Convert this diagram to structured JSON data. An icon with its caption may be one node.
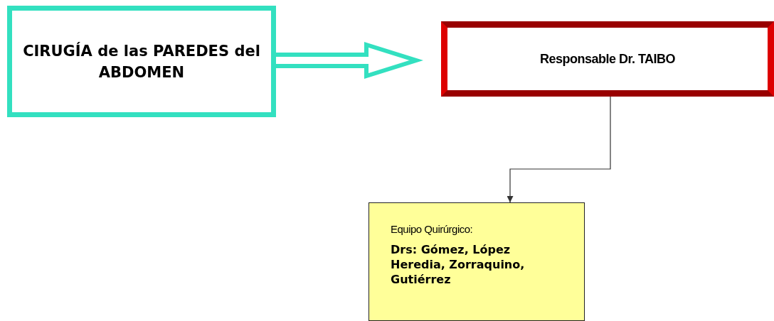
{
  "diagram": {
    "nodes": [
      {
        "text": [
          "CIRUGÍA de las PAREDES del ABDOMEN"
        ]
      },
      {
        "text": [
          "Responsable Dr. TAIBO"
        ]
      },
      {
        "text": [
          "Equipo Quirúrgico:",
          "Drs: Gómez, López Heredia, Zorraquino, Gutiérrez"
        ]
      }
    ],
    "edges": [
      {
        "from": 0,
        "to": 1,
        "arrow": "to",
        "style": "thick",
        "color": "#33e0c0"
      },
      {
        "from": 1,
        "to": 2,
        "arrow": "to"
      }
    ]
  }
}
